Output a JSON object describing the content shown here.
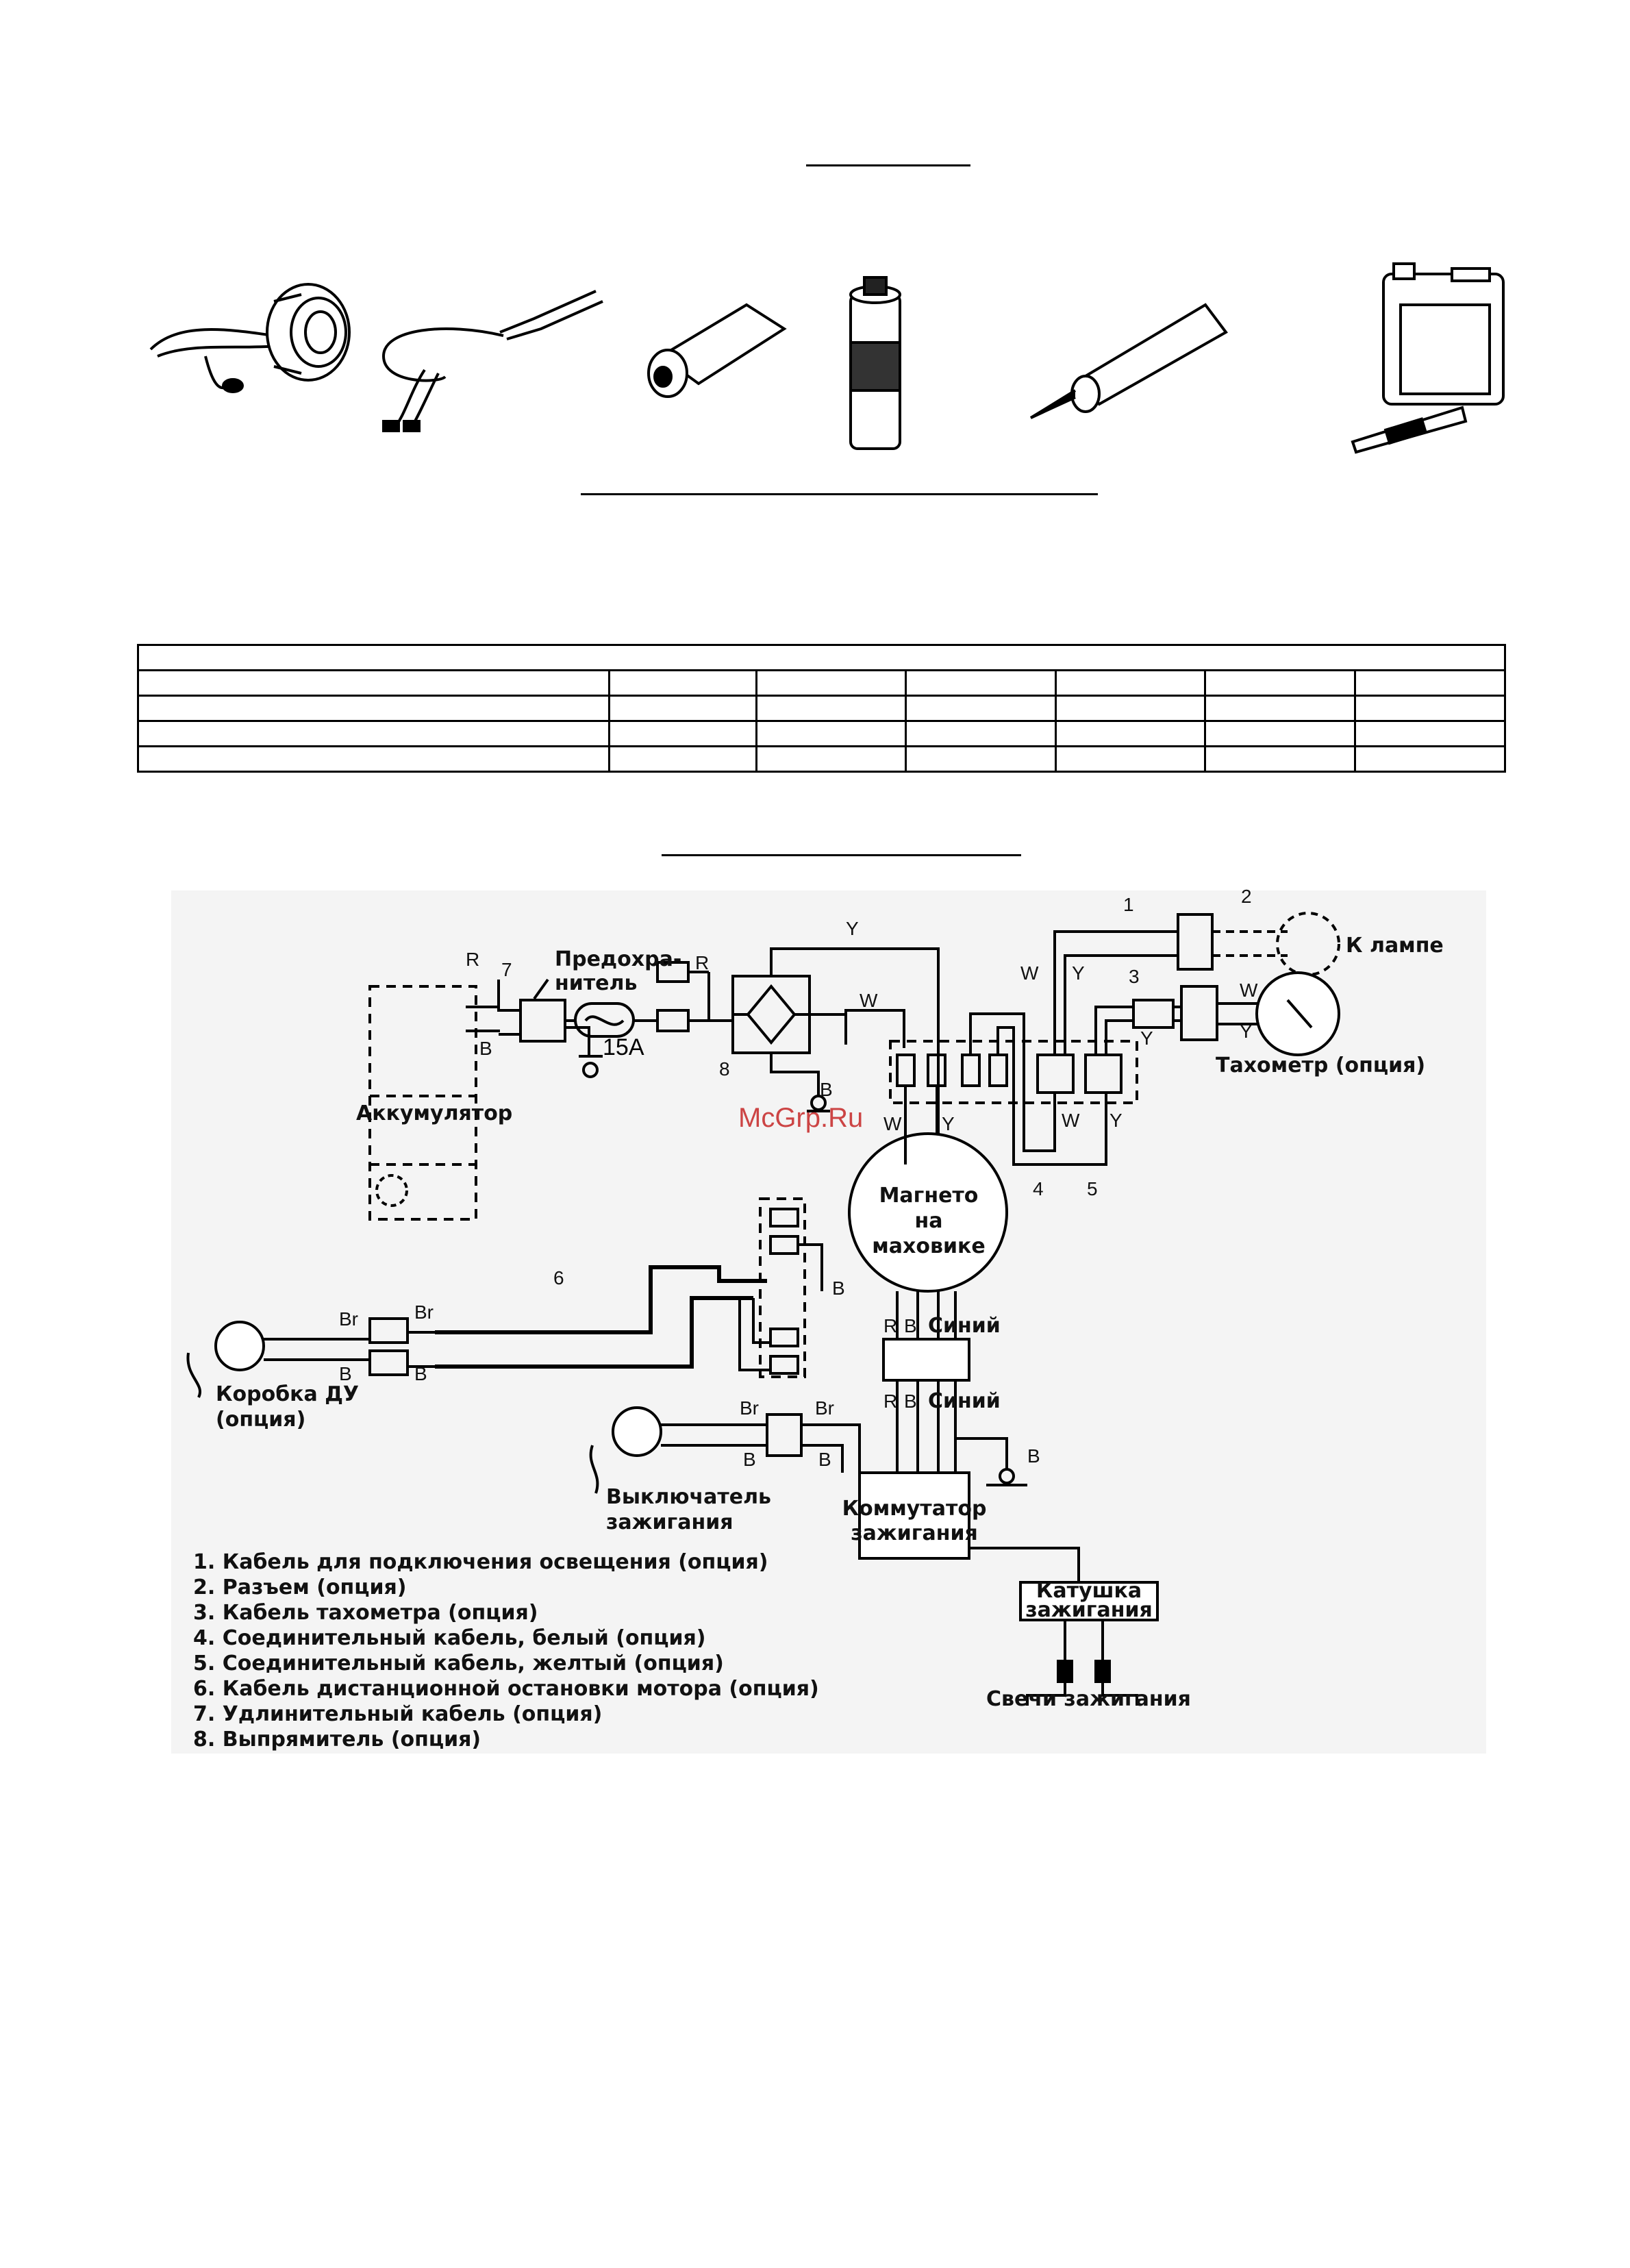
{
  "parts_illustrations": [
    {
      "name": "tachometer-gauge"
    },
    {
      "name": "lighting-cable"
    },
    {
      "name": "grease-tube"
    },
    {
      "name": "spray-can"
    },
    {
      "name": "sealant-tube"
    },
    {
      "name": "fuel-canister"
    }
  ],
  "diagram": {
    "labels": {
      "battery": "Аккумулятор",
      "fuse_top": "Предохра-",
      "fuse_bottom": "нитель",
      "fuse_rating": "15A",
      "to_lamp": "К лампе",
      "tachometer": "Тахометр (опция)",
      "magneto_1": "Магнето",
      "magneto_2": "на",
      "magneto_3": "маховике",
      "remote_box_1": "Коробка ДУ",
      "remote_box_2": "(опция)",
      "ign_switch_1": "Выключатель",
      "ign_switch_2": "зажигания",
      "cdi_1": "Коммутатор",
      "cdi_2": "зажигания",
      "coil_1": "Катушка",
      "coil_2": "зажигания",
      "plugs": "Свечи зажигания",
      "blue_top": "Синий",
      "blue_bottom": "Синий",
      "watermark": "McGrp.Ru"
    },
    "wire_codes": {
      "r": "R",
      "b": "B",
      "y": "Y",
      "w": "W",
      "br": "Br"
    },
    "callout_numbers": [
      "1",
      "2",
      "3",
      "4",
      "5",
      "6",
      "7",
      "8"
    ],
    "legend": [
      "1. Кабель для подключения освещения (опция)",
      "2. Разъем (опция)",
      "3. Кабель тахометра (опция)",
      "4. Соединительный кабель, белый (опция)",
      "5. Соединительный кабель, желтый (опция)",
      "6. Кабель дистанционной остановки мотора (опция)",
      "7. Удлинительный кабель (опция)",
      "8. Выпрямитель (опция)"
    ]
  }
}
